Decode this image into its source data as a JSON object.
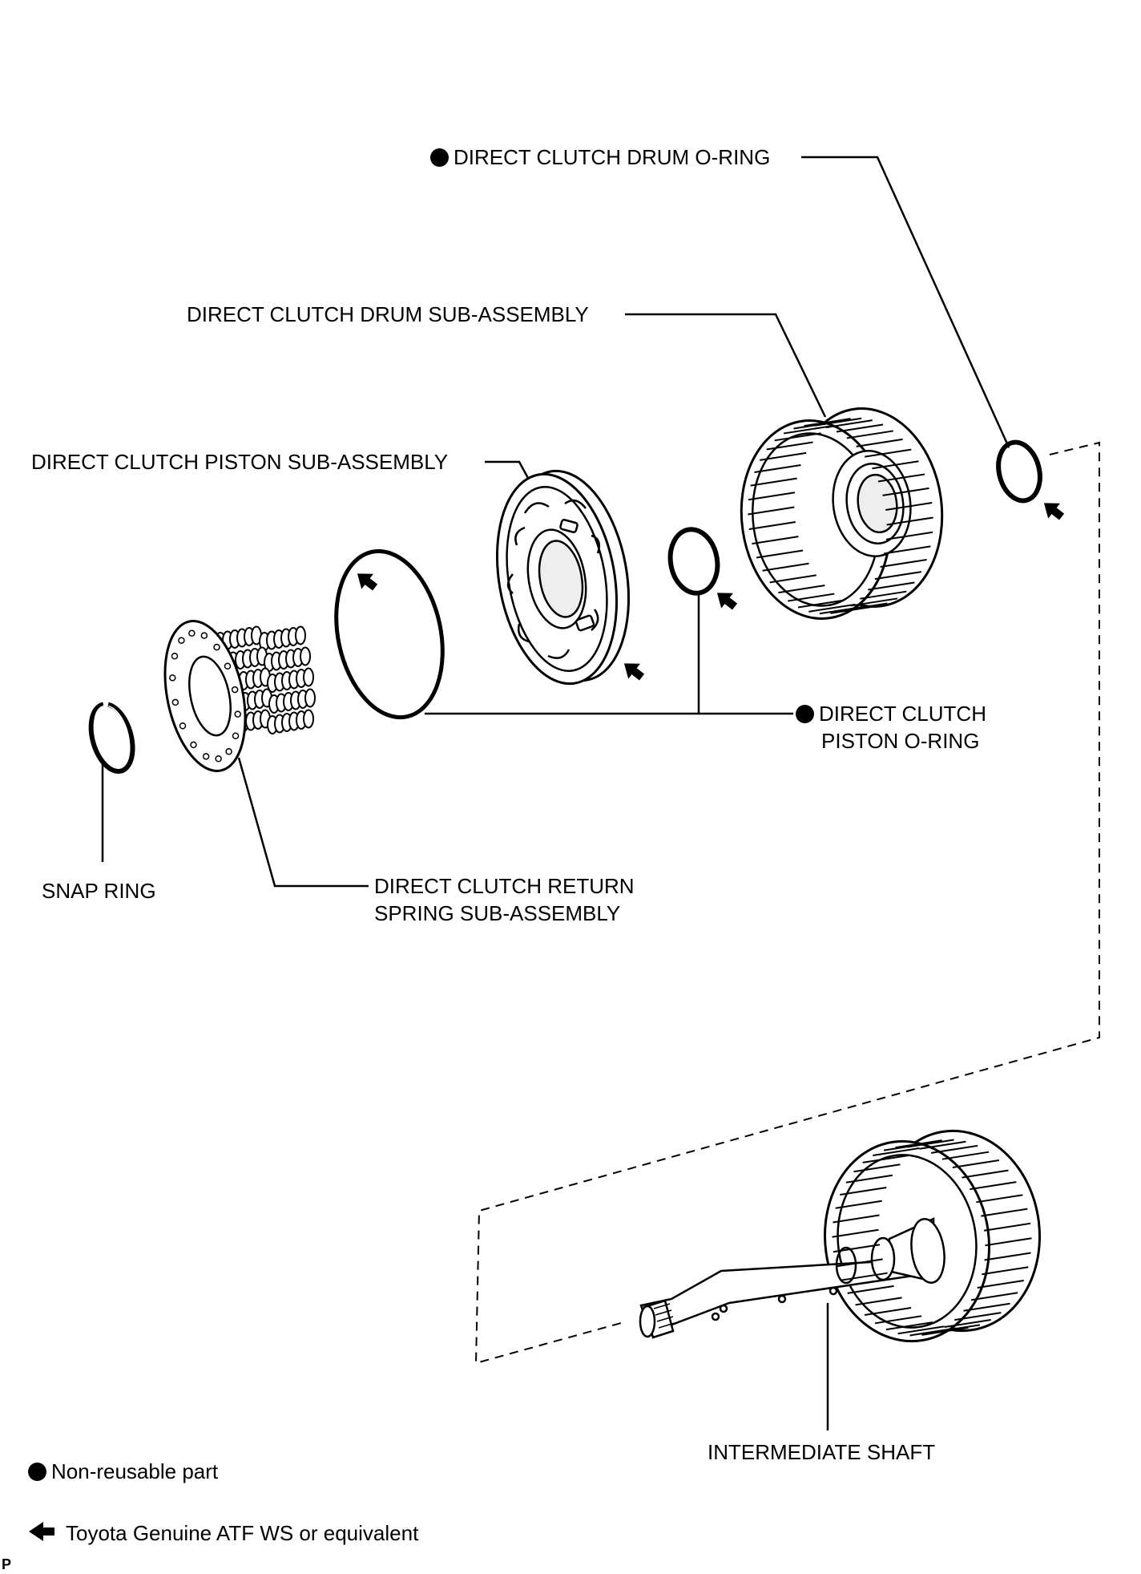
{
  "labels": {
    "drum_oring": "DIRECT CLUTCH DRUM O-RING",
    "drum_sub": "DIRECT CLUTCH DRUM SUB-ASSEMBLY",
    "piston_sub": "DIRECT CLUTCH PISTON SUB-ASSEMBLY",
    "piston_oring_1": "DIRECT CLUTCH",
    "piston_oring_2": "PISTON O-RING",
    "snap_ring": "SNAP RING",
    "return_spring_1": "DIRECT CLUTCH RETURN",
    "return_spring_2": "SPRING SUB-ASSEMBLY",
    "intermediate_shaft": "INTERMEDIATE SHAFT"
  },
  "legend": {
    "non_reusable": "Non-reusable part",
    "atf": "Toyota Genuine ATF WS or equivalent"
  },
  "corner_mark": "P",
  "icons": {
    "non_reusable": "filled-circle-icon",
    "atf": "left-arrow-icon"
  }
}
